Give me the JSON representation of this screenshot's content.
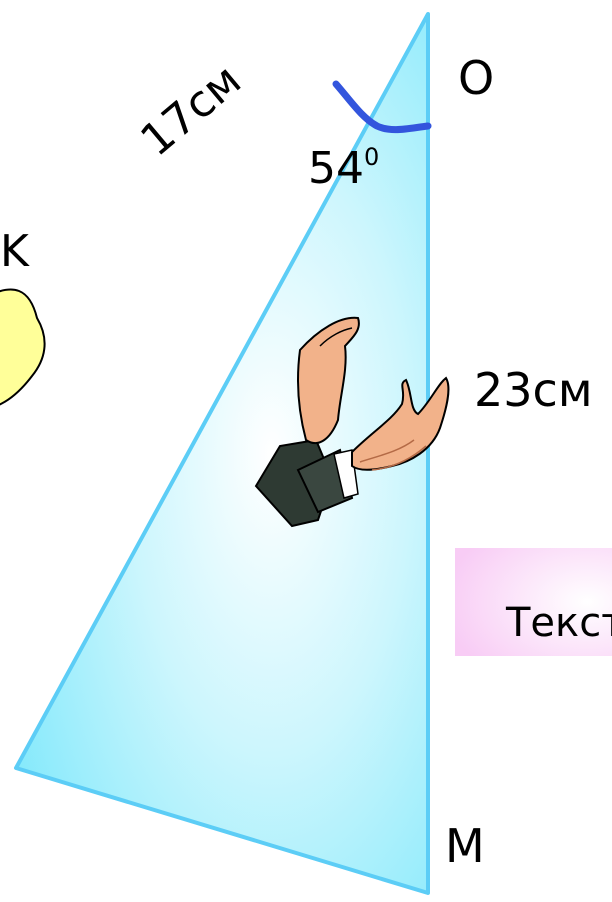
{
  "diagram": {
    "vertices": {
      "top": "O",
      "left": "K",
      "bottom": "M"
    },
    "side_ok": "17см",
    "side_om": "23см",
    "angle_o": {
      "value": "54",
      "unit": "0"
    },
    "text_box": "Текст"
  },
  "colors": {
    "triangle_fill": "#7ee8fb",
    "triangle_edge": "#5ccdf6",
    "angle_arc": "#3355dd",
    "blob_fill": "#ffff99",
    "text_box_fill": "#f8ccf5",
    "sleeve": "#2e3a33",
    "skin": "#f2b28a"
  },
  "icons": {
    "clipart": "clapping-hands-icon"
  }
}
